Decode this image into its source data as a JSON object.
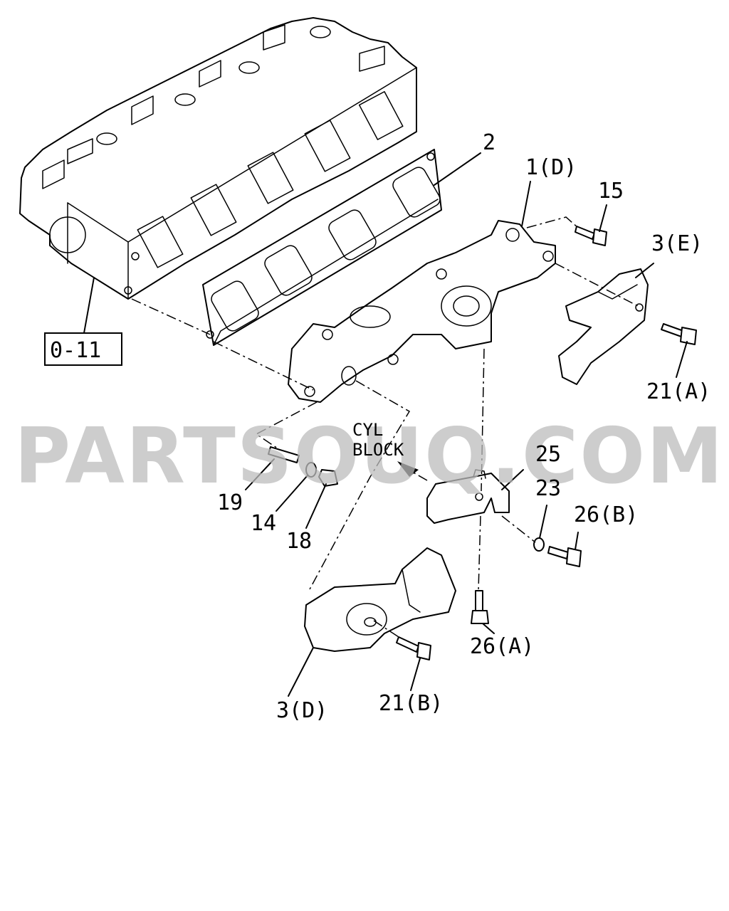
{
  "watermark": "PARTSOUQ.COM",
  "callouts": {
    "ref_box": "0-11",
    "gasket": "2",
    "manifold": "1(D)",
    "bolt_15": "15",
    "shield_e": "3(E)",
    "bolt_21a": "21(A)",
    "cyl_block_line1": "CYL",
    "cyl_block_line2": "BLOCK",
    "bracket_25": "25",
    "washer_23": "23",
    "bolt_26b": "26(B)",
    "stud_19": "19",
    "washer_14": "14",
    "nut_18": "18",
    "bolt_26a": "26(A)",
    "shield_d": "3(D)",
    "bolt_21b": "21(B)"
  }
}
